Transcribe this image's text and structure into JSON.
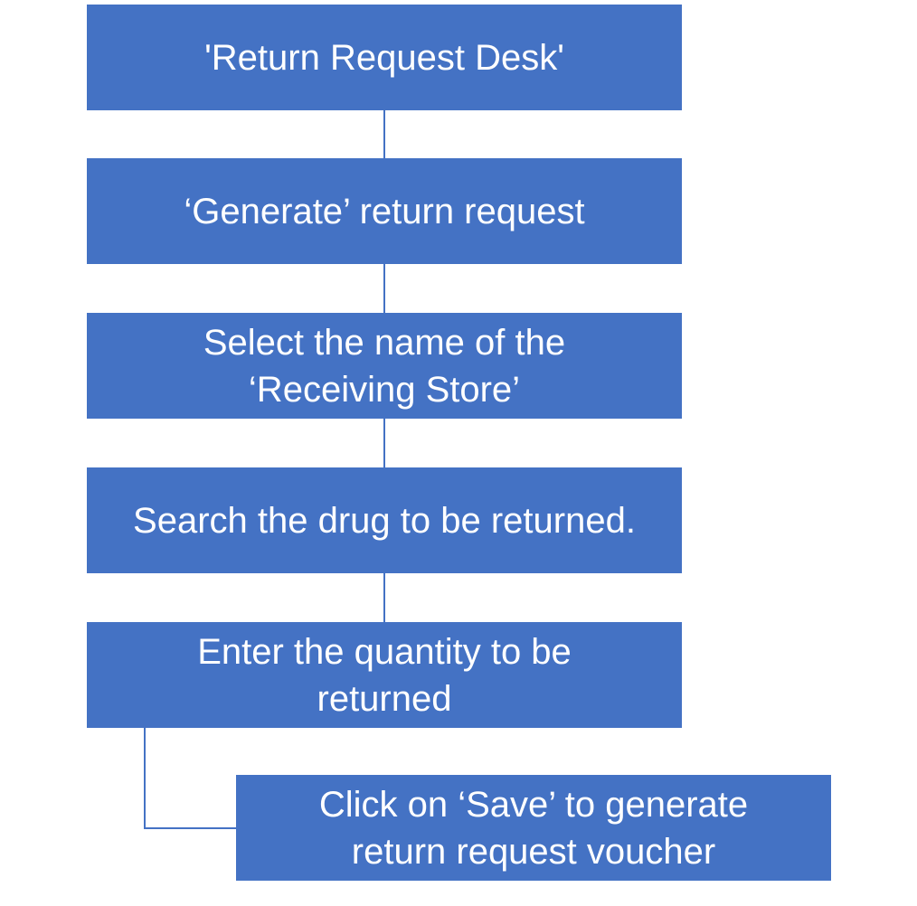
{
  "steps": [
    {
      "label": "'Return Request Desk'"
    },
    {
      "label": "‘Generate’ return request"
    },
    {
      "label": "Select the name of the\n‘Receiving Store’"
    },
    {
      "label": "Search the drug to be returned."
    },
    {
      "label": "Enter the quantity to be\nreturned"
    },
    {
      "label": "Click on ‘Save’ to generate\nreturn request voucher"
    }
  ],
  "colors": {
    "box_fill": "#4472C4",
    "text": "#FFFFFF",
    "connector": "#4472C4"
  }
}
